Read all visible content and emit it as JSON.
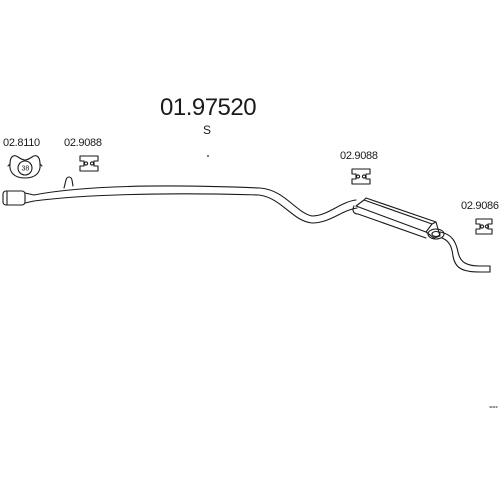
{
  "part": {
    "number": "01.97520",
    "variant": "S"
  },
  "accessories": [
    {
      "ref": "02.8110",
      "type": "clamp",
      "size_mark": "38"
    },
    {
      "ref": "02.9088",
      "type": "rubber-hanger"
    },
    {
      "ref": "02.9088",
      "type": "rubber-hanger"
    },
    {
      "ref": "02.9086",
      "type": "rubber-hanger"
    }
  ],
  "colors": {
    "line": "#1a1a1a",
    "background": "#ffffff"
  }
}
